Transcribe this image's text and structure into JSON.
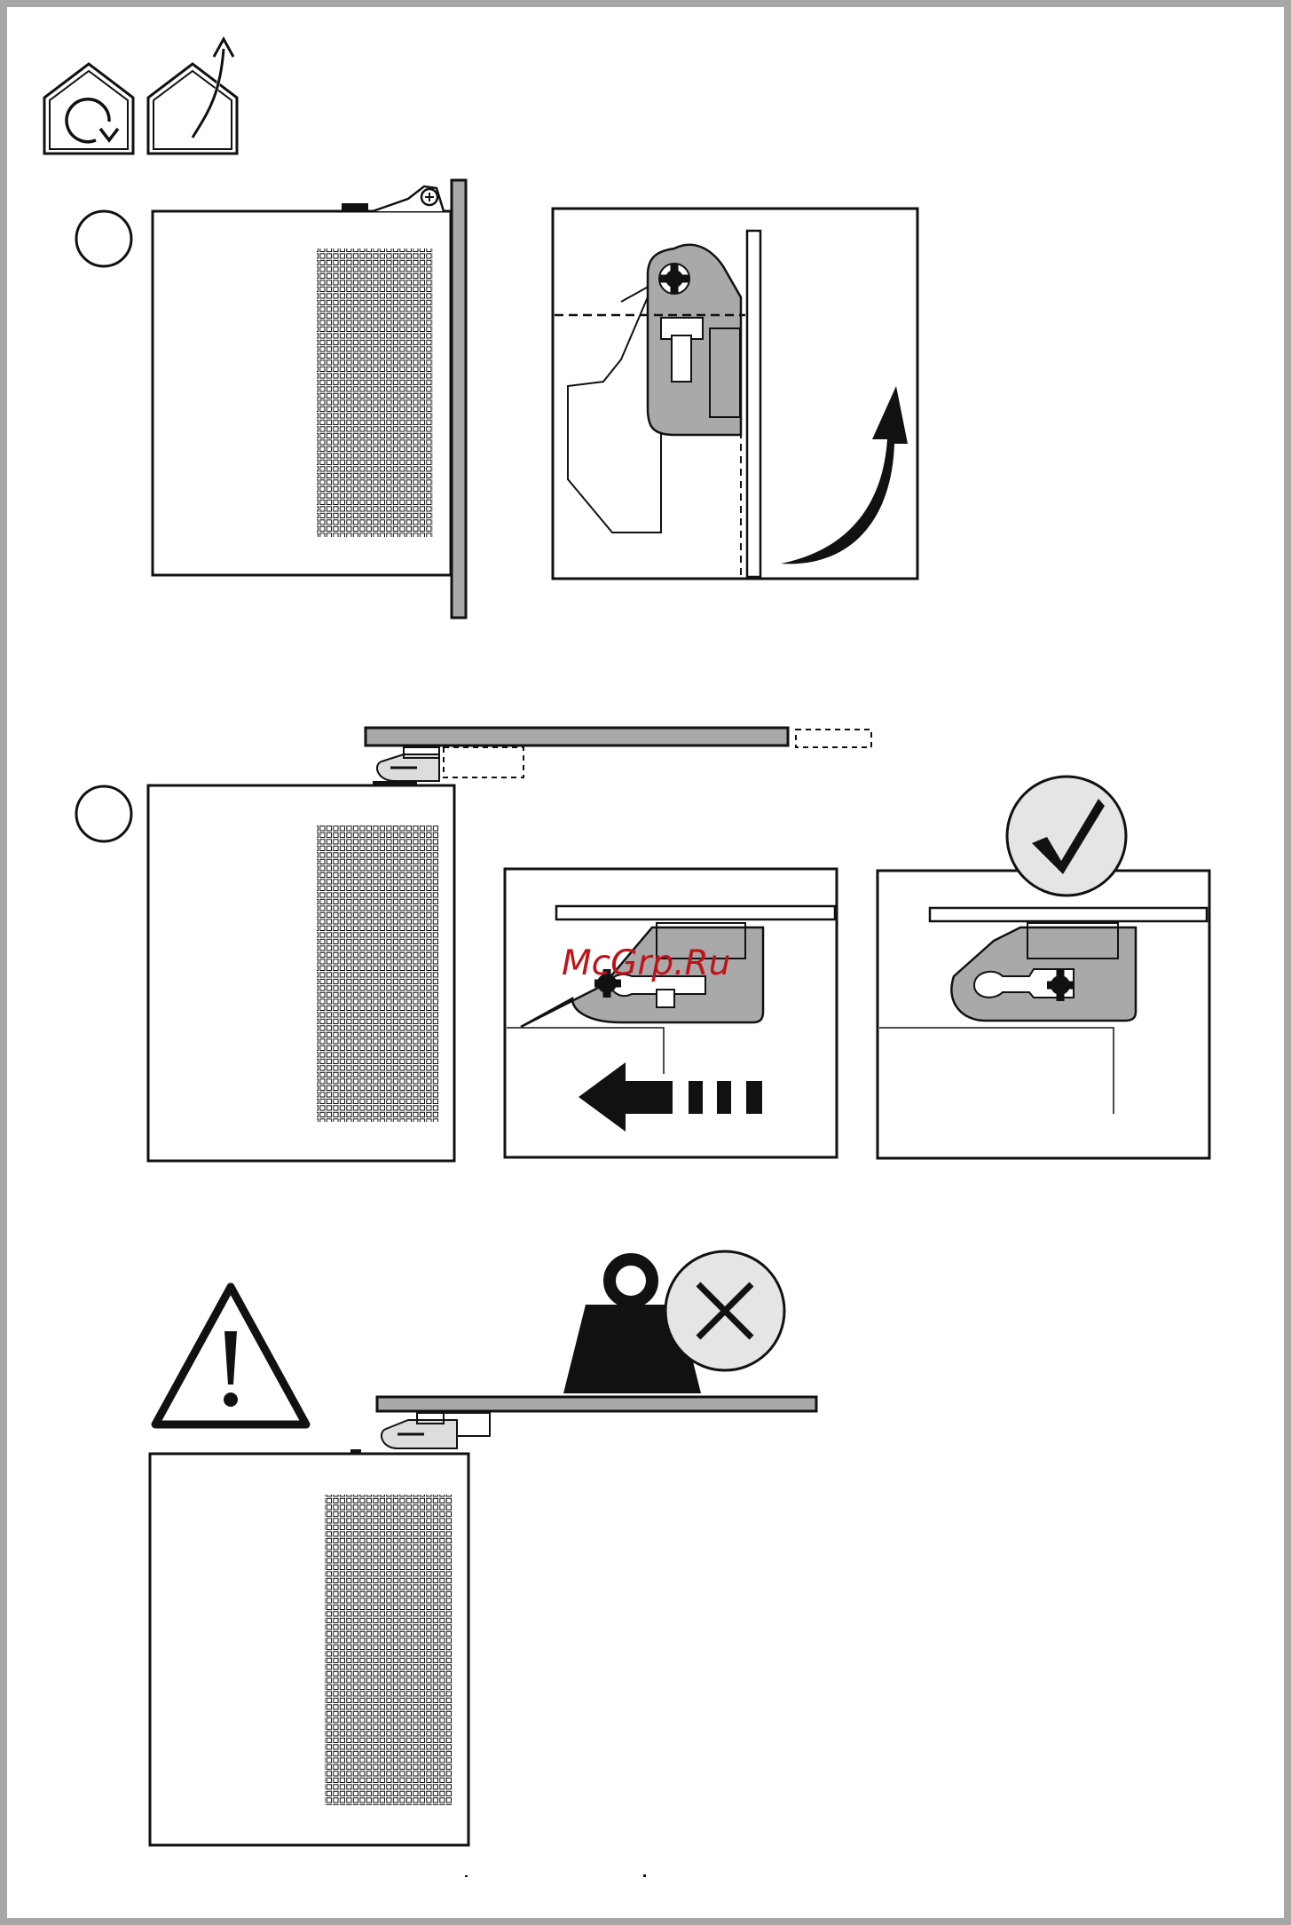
{
  "watermark": "McGrp.Ru",
  "colors": {
    "border": "#a7a7a7",
    "paper": "#ffffff",
    "ink": "#111111",
    "part_gray": "#a9a9a9",
    "watermark": "#c0121b"
  },
  "icons": [
    "house-rotate-icon",
    "house-exit-arrow-icon",
    "warning-triangle-icon",
    "weight-icon",
    "cross-icon",
    "checkmark-icon",
    "curved-arrow-icon",
    "left-arrow-icon"
  ],
  "steps": [
    {
      "id": 1,
      "number": ""
    },
    {
      "id": 2,
      "number": ""
    }
  ]
}
